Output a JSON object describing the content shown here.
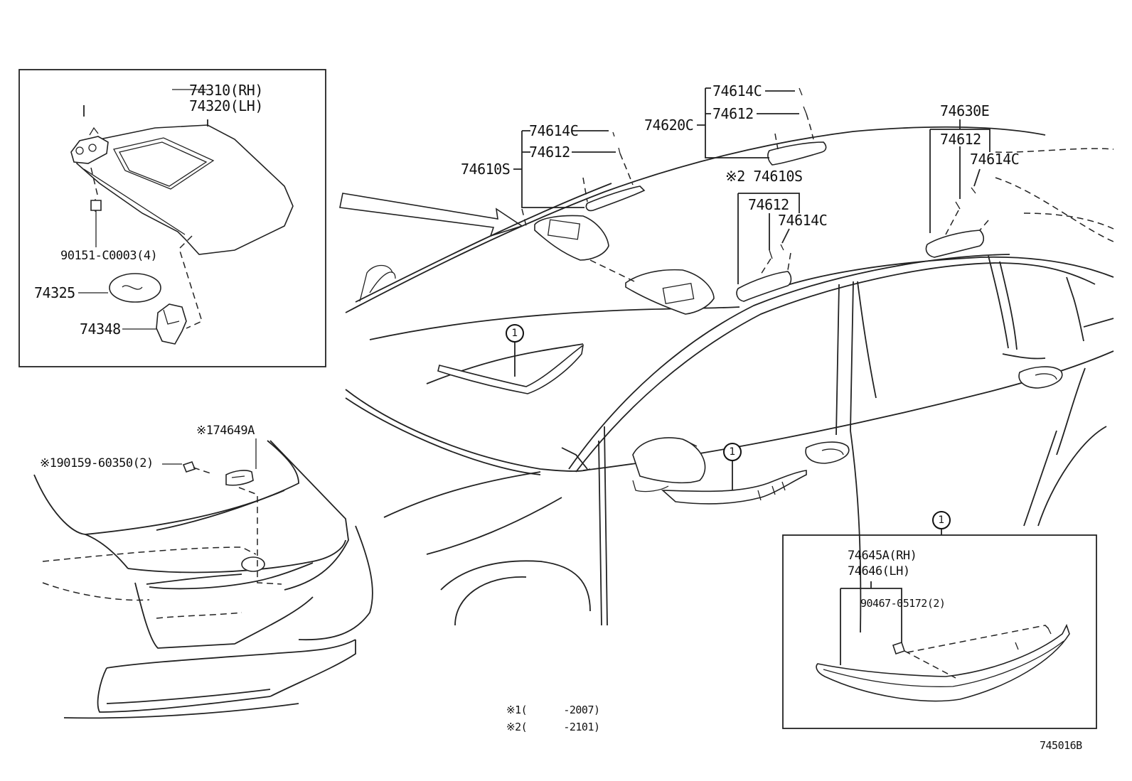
{
  "diagram_id": "745016B",
  "circle_marker": "1",
  "inset_visor": {
    "visor_rh": "74310(RH)",
    "visor_lh": "74320(LH)",
    "screw": "90151-C0003(4)",
    "cover": "74325",
    "holder": "74348"
  },
  "roof_parts": {
    "front_clip": "74614C",
    "front_screw": "74612",
    "front_visor_assy": "74610S",
    "mid_clip": "74614C",
    "mid_screw": "74612",
    "grip_assy_c": "74620C",
    "rear_grip_assy": "※2 74610S",
    "rear_screw": "74612",
    "rear_clip": "74614C",
    "rear_grip_e": "74630E",
    "rear_e_screw": "74612",
    "rear_e_clip": "74614C"
  },
  "trunk_parts": {
    "bolt": "※190159-60350(2)",
    "lamp": "※174649A"
  },
  "inset_molding": {
    "molding_rh": "74645A(RH)",
    "molding_lh": "74646(LH)",
    "clip": "90467-05172(2)"
  },
  "notes": [
    {
      "mark": "※1",
      "range": "(      -2007)"
    },
    {
      "mark": "※2",
      "range": "(      -2101)"
    }
  ]
}
